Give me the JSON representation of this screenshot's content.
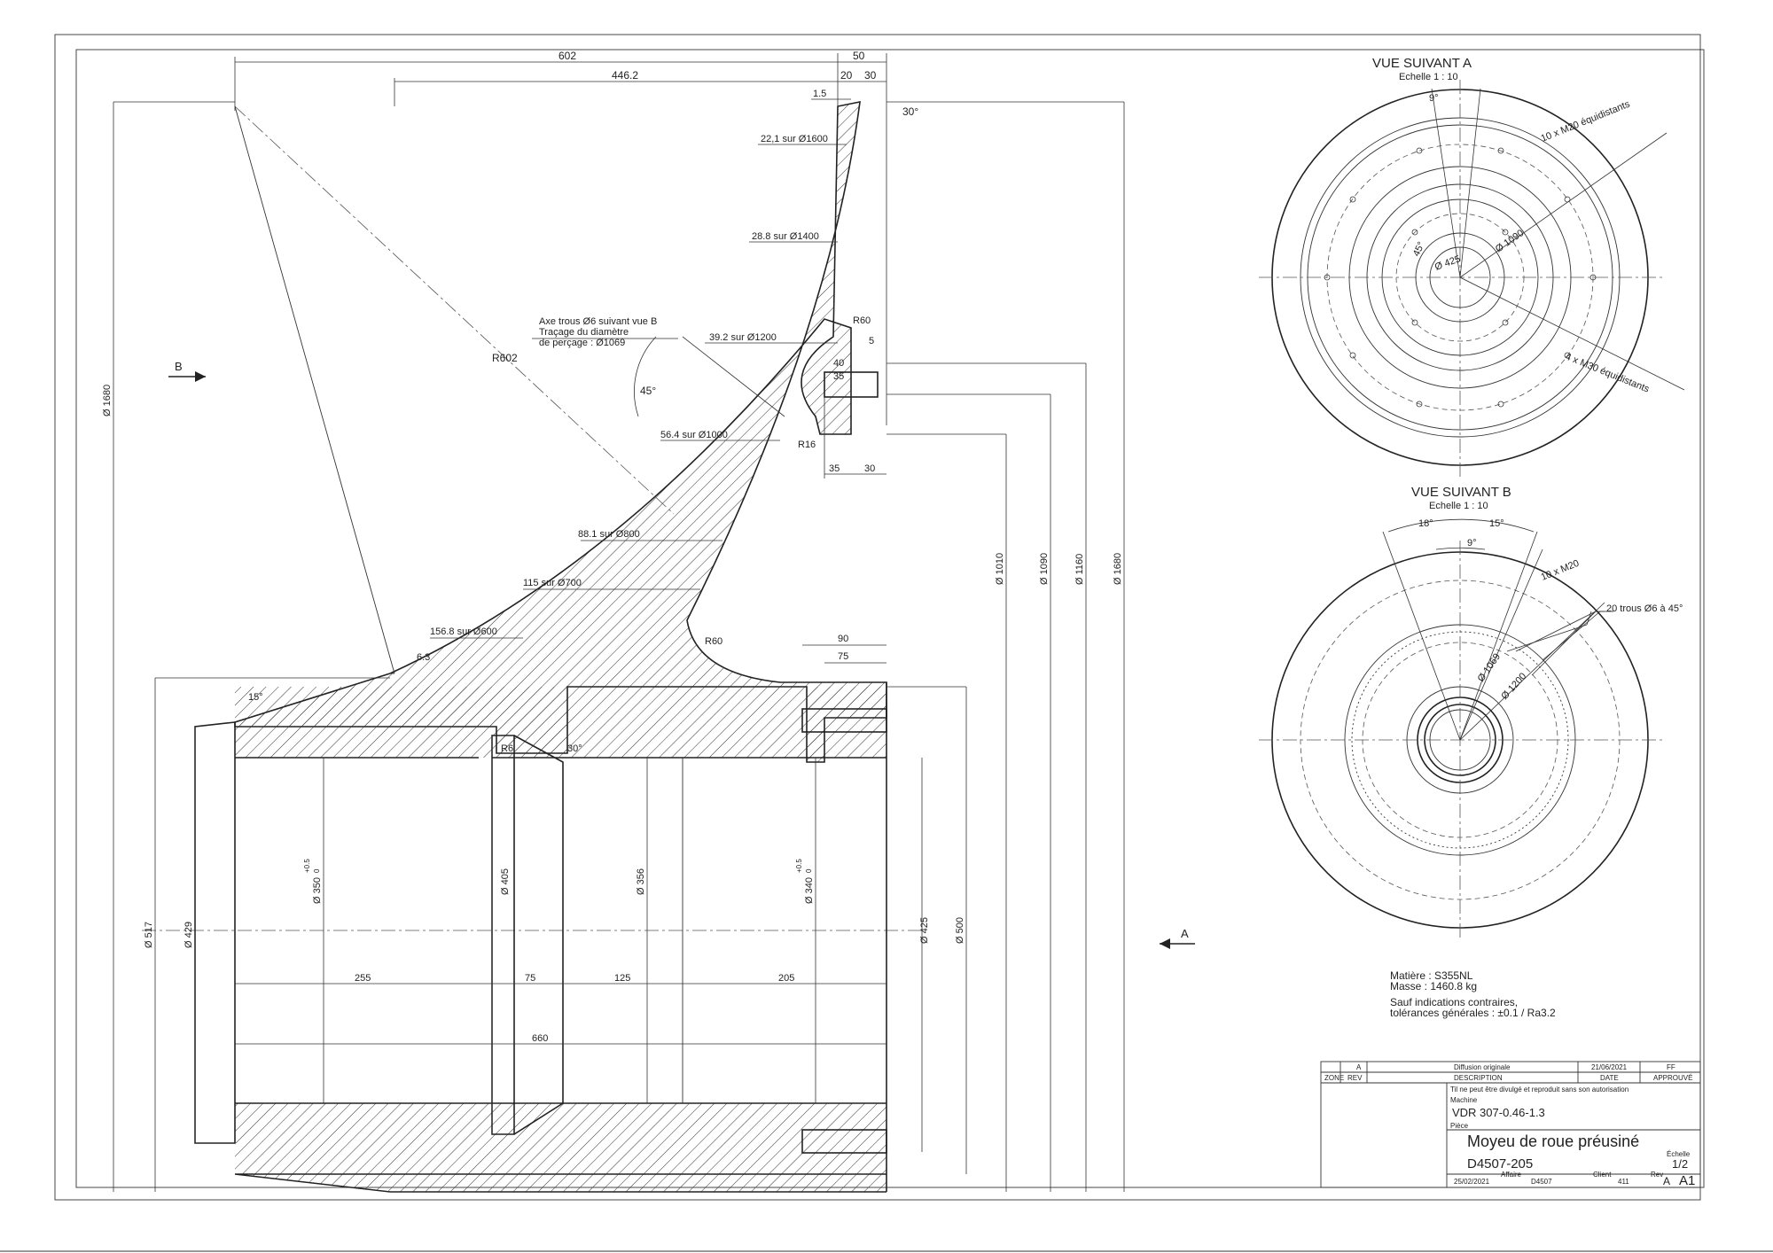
{
  "dimensions": {
    "d602": "602",
    "d50": "50",
    "d4462": "446.2",
    "d20": "20",
    "d30": "30",
    "d15": "1.5",
    "a30": "30°",
    "w1600": "22,1 sur Ø1600",
    "w1400": "28.8 sur Ø1400",
    "w1200": "39.2 sur Ø1200",
    "w1000": "56.4 sur Ø1000",
    "w800": "88.1 sur Ø800",
    "w700": "115 sur Ø700",
    "w600": "156.8 sur Ø600",
    "axe1": "Axe trous Ø6 suivant vue B",
    "axe2": "Traçage du diamètre",
    "axe3": "de perçage : Ø1069",
    "r602": "R602",
    "r60a": "R60",
    "d5": "5",
    "d40": "40",
    "d35a": "35",
    "r16": "R16",
    "a45": "45°",
    "d35b": "35",
    "d30b": "30",
    "r60b": "R60",
    "d90": "90",
    "d75a": "75",
    "a63": "6.3",
    "a15": "15°",
    "r6": "R6",
    "a30b": "30°",
    "dia1680a": "Ø 1680",
    "dia1010": "Ø 1010",
    "dia1090": "Ø 1090",
    "dia1160": "Ø 1160",
    "dia1680b": "Ø 1680",
    "dia517": "Ø 517",
    "dia429": "Ø 429",
    "dia350": "Ø 350",
    "tol350a": "+0.5",
    "tol350b": "0",
    "dia405": "Ø 405",
    "dia356": "Ø 356",
    "dia340": "Ø 340",
    "tol340a": "+0.5",
    "tol340b": "0",
    "dia425": "Ø 425",
    "dia500": "Ø 500",
    "d255": "255",
    "d75b": "75",
    "d125": "125",
    "d205": "205",
    "d660": "660"
  },
  "markers": {
    "b": "B",
    "a": "A"
  },
  "view_a": {
    "title": "VUE SUIVANT A",
    "scale": "Echelle 1 : 10",
    "a9": "9°",
    "m20": "10 x M20 équidistants",
    "dia1090": "Ø 1090",
    "a45": "45°",
    "dia425": "Ø 425",
    "m30": "4 x M30 équidistants"
  },
  "view_b": {
    "title": "VUE SUIVANT B",
    "scale": "Echelle 1 : 10",
    "a18": "18°",
    "a15": "15°",
    "a9": "9°",
    "m20": "10 x M20",
    "holes": "20 trous Ø6 à 45°",
    "dia1069": "Ø 1069",
    "dia1200": "Ø 1200"
  },
  "notes": {
    "matiere": "Matière : S355NL",
    "masse": "Masse : 1460.8 kg",
    "tol1": "Sauf indications contraires,",
    "tol2": "tolérances générales : ±0.1 / Ra3.2"
  },
  "title_block": {
    "rev_a": "A",
    "rev_desc": "Diffusion originale",
    "rev_date": "21/06/2021",
    "rev_by": "FF",
    "zone": "ZONE",
    "rev": "REV",
    "description": "DESCRIPTION",
    "date": "DATE",
    "approuve": "APPROUVÉ",
    "notice": "Til ne peut être divulgé et reproduit sans son autorisation",
    "machine_lbl": "Machine",
    "machine": "VDR 307-0.46-1.3",
    "piece_lbl": "Pièce",
    "piece": "Moyeu de roue préusiné",
    "number": "D4507-205",
    "sheet_lbl": "Échelle",
    "sheet": "1/2",
    "created": "25/02/2021",
    "affaire_lbl": "Affaire",
    "affaire": "D4507",
    "client_lbl": "Client",
    "client": "411",
    "rev_lbl": "Rev",
    "rev_val": "A",
    "format": "A1"
  }
}
